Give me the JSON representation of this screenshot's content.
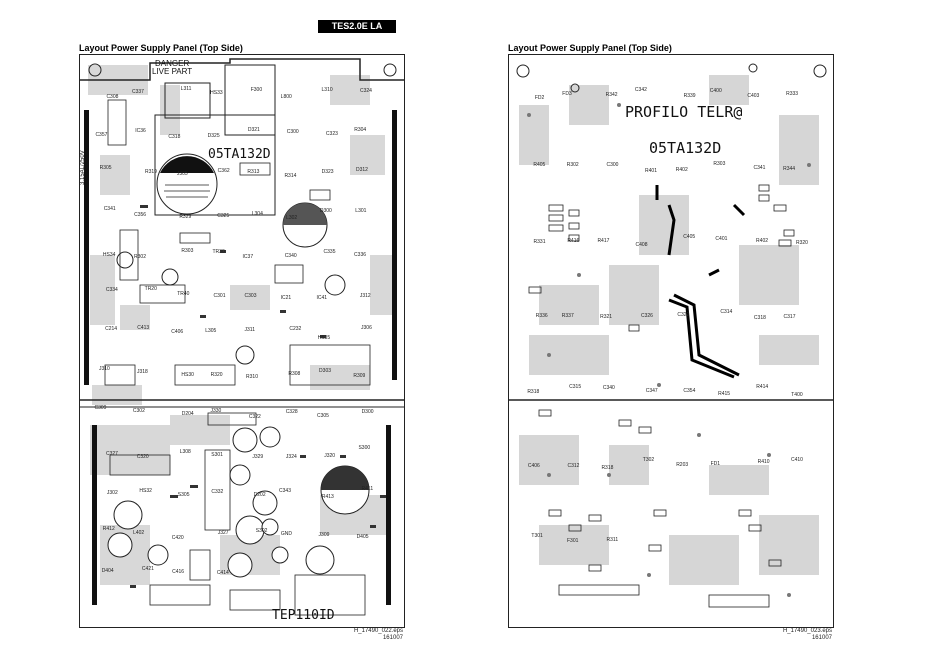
{
  "header": {
    "badge": "TES2.0E LA"
  },
  "left_panel": {
    "title": "Layout Power Supply Panel (Top Side)",
    "warning_line1": "DANGER",
    "warning_line2": "LIVE PART",
    "board_code": "05TA132D",
    "board_code_bottom": "TEP110ID",
    "fuse_text": "3.15AL/250V",
    "footer_file": "H_17490_022.eps",
    "footer_date": "161007",
    "refs": [
      "C308",
      "C337",
      "L311",
      "HS33",
      "F300",
      "L800",
      "L310",
      "C324",
      "C357",
      "IC36",
      "C318",
      "D325",
      "D321",
      "C300",
      "C323",
      "R304",
      "R305",
      "R319",
      "J305",
      "C362",
      "R313",
      "R314",
      "D323",
      "D312",
      "C341",
      "C356",
      "R329",
      "C325",
      "L304",
      "L302",
      "D300",
      "L301",
      "HS34",
      "R302",
      "R303",
      "TR30",
      "IC37",
      "C340",
      "C335",
      "C336",
      "C334",
      "TR20",
      "TR40",
      "C301",
      "C303",
      "IC21",
      "IC41",
      "J312",
      "C214",
      "C413",
      "C406",
      "L305",
      "J311",
      "C232",
      "HS35",
      "J306",
      "J310",
      "J318",
      "HS30",
      "R320",
      "R310",
      "R308",
      "D303",
      "R309",
      "C309",
      "C302",
      "D204",
      "J330",
      "C322",
      "C328",
      "C305",
      "D300",
      "C327",
      "C320",
      "L308",
      "S301",
      "J329",
      "J324",
      "J320",
      "S300",
      "J302",
      "HS32",
      "S305",
      "C332",
      "D202",
      "C343",
      "R413",
      "R411",
      "R412",
      "L402",
      "C420",
      "J327",
      "S302",
      "GND",
      "J309",
      "D405",
      "D404",
      "C421",
      "C416",
      "C414"
    ]
  },
  "right_panel": {
    "title": "Layout Power Supply Panel (Top Side)",
    "brand_text": "PROFILO TELR@",
    "board_code": "05TA132D",
    "footer_file": "H_17490_023.eps",
    "footer_date": "161007",
    "refs": [
      "FD2",
      "FD3",
      "R342",
      "C342",
      "R339",
      "C400",
      "C403",
      "R333",
      "R405",
      "R302",
      "C300",
      "R401",
      "R402",
      "R303",
      "C341",
      "R344",
      "R331",
      "R416",
      "R417",
      "C408",
      "C405",
      "C401",
      "R402",
      "R320",
      "R336",
      "R337",
      "R321",
      "C326",
      "C322",
      "C314",
      "C318",
      "C317",
      "R318",
      "C315",
      "C340",
      "C347",
      "C354",
      "R415",
      "R414",
      "T400",
      "C406",
      "C312",
      "R318",
      "T302",
      "R203",
      "FD1",
      "R410",
      "C410",
      "T301",
      "F301",
      "R311"
    ]
  }
}
